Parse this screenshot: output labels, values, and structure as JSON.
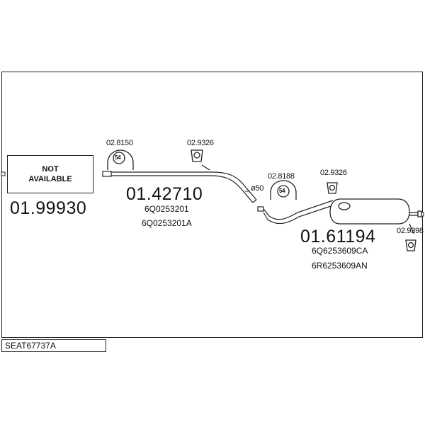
{
  "diagram": {
    "title_ref": "SEAT67737A",
    "not_available_line1": "NOT",
    "not_available_line2": "AVAILABLE",
    "parts": [
      {
        "number": "01.99930"
      },
      {
        "number": "01.42710",
        "oem": [
          "6Q0253201",
          "6Q0253201A"
        ]
      },
      {
        "number": "01.61194",
        "oem": [
          "6Q6253609CA",
          "6R6253609AN"
        ]
      }
    ],
    "hardware": [
      {
        "number": "02.8150",
        "badge": "54"
      },
      {
        "number": "02.9326"
      },
      {
        "number": "02.8188",
        "badge": "54"
      },
      {
        "number": "02.9326"
      },
      {
        "number": "02.9398"
      }
    ],
    "diameter_label": "ø50"
  },
  "colors": {
    "line": "#222222",
    "background": "#ffffff"
  }
}
